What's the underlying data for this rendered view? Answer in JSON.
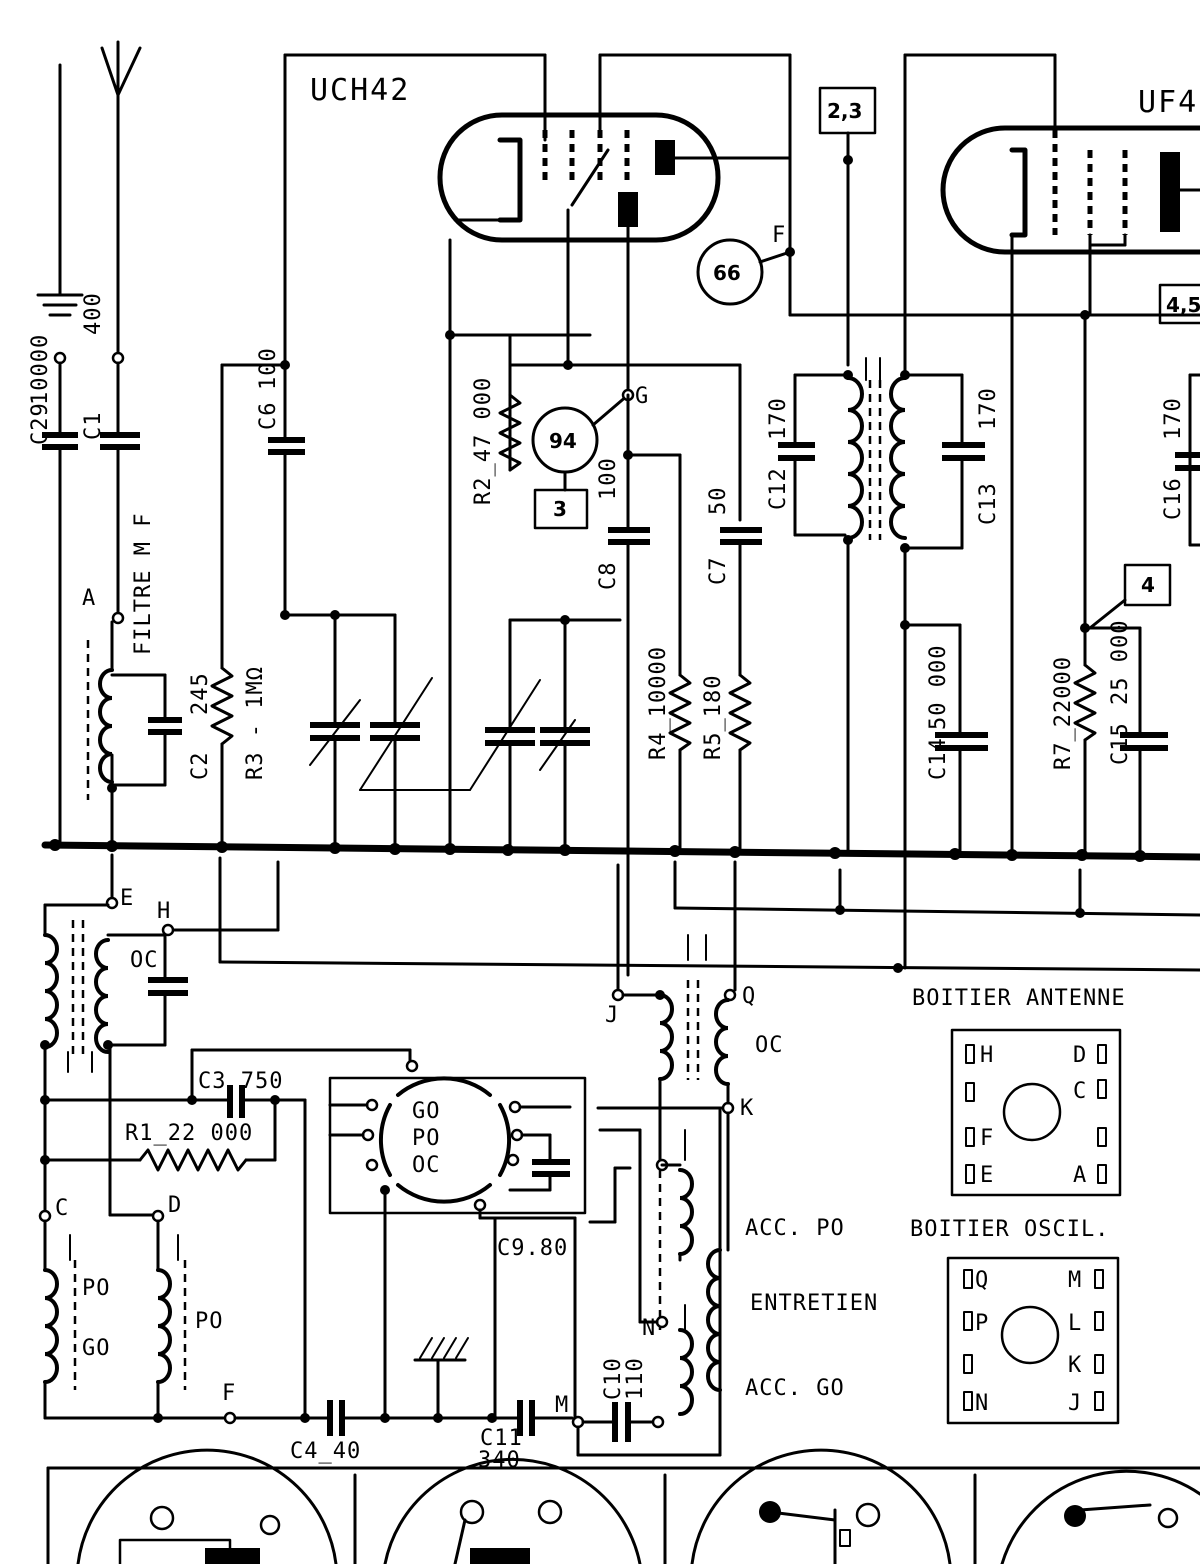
{
  "tubes": {
    "tube1": "UCH42",
    "tube2": "UF4"
  },
  "boxes": {
    "b23": "2,3",
    "b3": "3",
    "b4": "4",
    "b45": "4,5"
  },
  "circles": {
    "c66": "66",
    "c94": "94"
  },
  "nodes": {
    "A": "A",
    "E": "E",
    "H": "H",
    "C": "C",
    "D": "D",
    "F": "F",
    "F2": "F",
    "G": "G",
    "J": "J",
    "Q": "Q",
    "K": "K",
    "N": "N",
    "M": "M"
  },
  "labels": {
    "filtre": "FILTRE M F",
    "oc1": "OC",
    "oc2": "OC",
    "po1": "PO",
    "go1": "GO",
    "po2": "PO",
    "sw_go": "GO",
    "sw_po": "PO",
    "sw_oc": "OC",
    "acc_po": "ACC. PO",
    "entretien": "ENTRETIEN",
    "acc_go": "ACC. GO",
    "boitier_antenne": "BOITIER  ANTENNE",
    "boitier_oscil": "BOITIER  OSCIL."
  },
  "components": {
    "c29_name": "C29",
    "c29_val": "10000",
    "c1_name": "C1",
    "c1_val": "400",
    "c2_name": "C2",
    "c2_val": "245",
    "r3": "R3 - 1MΩ",
    "c6_name": "C6",
    "c6_val": "100",
    "r2": "R2_47 000",
    "c8_name": "C8",
    "c8_val": "100",
    "c7_name": "C7",
    "c7_val": "50",
    "r4": "R4_10000",
    "r5": "R5_180",
    "c12_name": "C12",
    "c12_val": "170",
    "c13_name": "C13",
    "c13_val": "170",
    "c14_name": "C14",
    "c14_val": "50 000",
    "r7": "R7_22000",
    "c15_name": "C15",
    "c15_val": "25 000",
    "c16_name": "C16",
    "c16_val": "170",
    "c3": "C3  750",
    "r1": "R1_22 000",
    "c9": "C9.80",
    "c4": "C4_40",
    "c11_name": "C11",
    "c11_val": "340",
    "c10_name": "C10",
    "c10_val": "110"
  },
  "antenna_box_pins": {
    "h": "H",
    "d": "D",
    "c": "C",
    "f": "F",
    "e": "E",
    "a": "A"
  },
  "osc_box_pins": {
    "q": "Q",
    "m": "M",
    "p": "P",
    "l": "L",
    "k": "K",
    "n": "N",
    "j": "J"
  }
}
